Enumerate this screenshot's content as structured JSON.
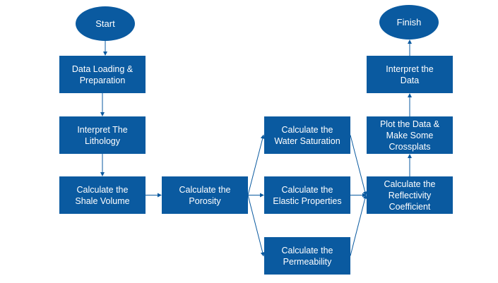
{
  "diagram": {
    "type": "flowchart",
    "colors": {
      "box_fill": "#0a5aa0",
      "box_text": "#ffffff",
      "connector": "#0a5aa0",
      "background": "#ffffff"
    },
    "nodes": [
      {
        "id": "start",
        "shape": "ellipse",
        "label": "Start"
      },
      {
        "id": "data-loading",
        "shape": "box",
        "label": "Data Loading &\nPreparation"
      },
      {
        "id": "lithology",
        "shape": "box",
        "label": "Interpret The\nLithology"
      },
      {
        "id": "shale-volume",
        "shape": "box",
        "label": "Calculate the\nShale Volume"
      },
      {
        "id": "porosity",
        "shape": "box",
        "label": "Calculate the\nPorosity"
      },
      {
        "id": "water-saturation",
        "shape": "box",
        "label": "Calculate the\nWater Saturation"
      },
      {
        "id": "elastic-properties",
        "shape": "box",
        "label": "Calculate the\nElastic Properties"
      },
      {
        "id": "permeability",
        "shape": "box",
        "label": "Calculate the\nPermeability"
      },
      {
        "id": "reflectivity",
        "shape": "box",
        "label": "Calculate the\nReflectivity\nCoefficient"
      },
      {
        "id": "plot-data",
        "shape": "box",
        "label": "Plot the Data &\nMake Some\nCrossplats"
      },
      {
        "id": "interpret-data",
        "shape": "box",
        "label": "Interpret the\nData"
      },
      {
        "id": "finish",
        "shape": "ellipse",
        "label": "Finish"
      }
    ],
    "edges": [
      {
        "from": "start",
        "to": "data-loading"
      },
      {
        "from": "data-loading",
        "to": "lithology"
      },
      {
        "from": "lithology",
        "to": "shale-volume"
      },
      {
        "from": "shale-volume",
        "to": "porosity"
      },
      {
        "from": "porosity",
        "to": "water-saturation"
      },
      {
        "from": "porosity",
        "to": "elastic-properties"
      },
      {
        "from": "porosity",
        "to": "permeability"
      },
      {
        "from": "water-saturation",
        "to": "reflectivity"
      },
      {
        "from": "elastic-properties",
        "to": "reflectivity"
      },
      {
        "from": "permeability",
        "to": "reflectivity"
      },
      {
        "from": "reflectivity",
        "to": "plot-data"
      },
      {
        "from": "plot-data",
        "to": "interpret-data"
      },
      {
        "from": "interpret-data",
        "to": "finish"
      }
    ]
  }
}
